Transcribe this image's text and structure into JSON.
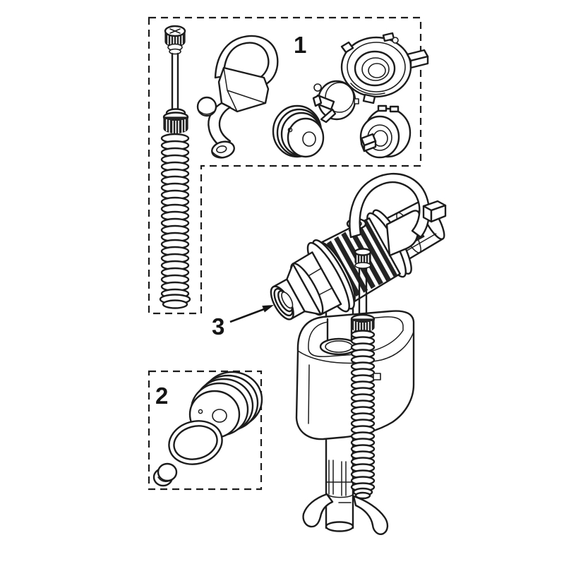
{
  "page": {
    "background": "#ffffff",
    "ink": "#1c1c1c"
  },
  "callouts": {
    "group1": "1",
    "group2": "2",
    "inlet": "3"
  }
}
